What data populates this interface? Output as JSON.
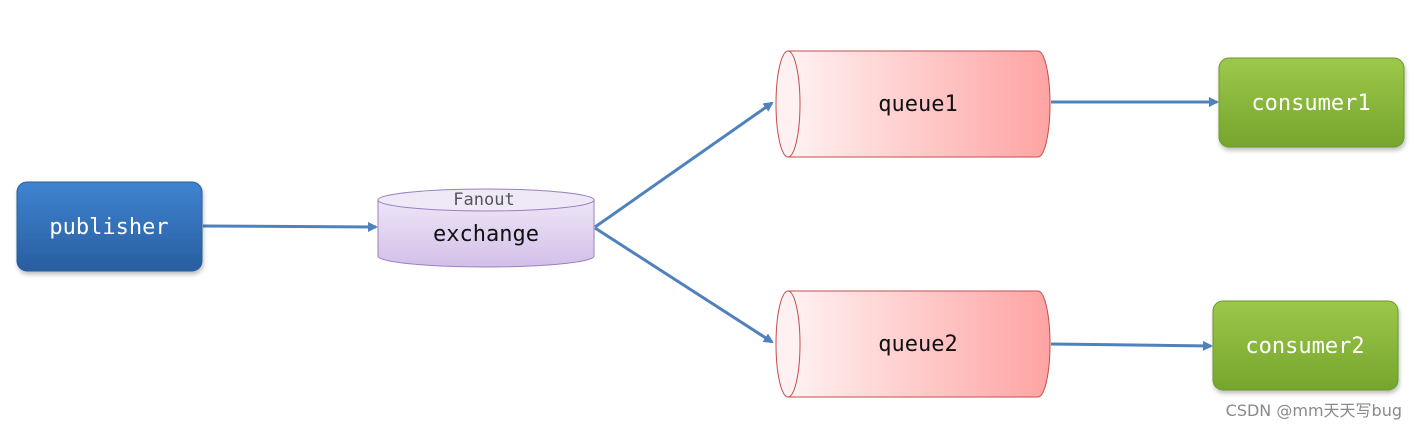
{
  "publisher": {
    "label": "publisher"
  },
  "exchange": {
    "type_label": "Fanout",
    "label": "exchange"
  },
  "queues": [
    {
      "label": "queue1"
    },
    {
      "label": "queue2"
    }
  ],
  "consumers": [
    {
      "label": "consumer1"
    },
    {
      "label": "consumer2"
    }
  ],
  "watermark": "CSDN @mm天天写bug",
  "colors": {
    "publisher": "#3a78c3",
    "exchange": "#e3d6f0",
    "queue": "#ffb3b3",
    "consumer": "#8cbd3c",
    "arrow": "#4f81bd"
  }
}
